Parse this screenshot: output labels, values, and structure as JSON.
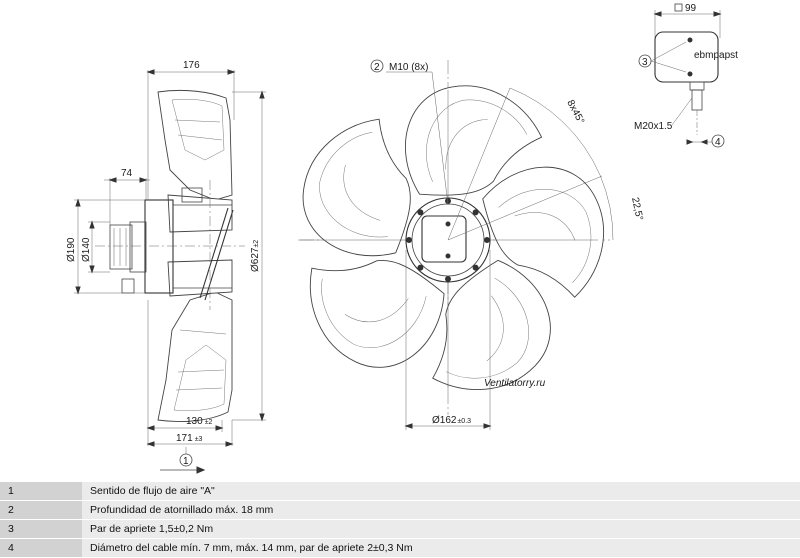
{
  "dimensions": {
    "side_depth": "176",
    "side_74": "74",
    "dia_190": "Ø190",
    "dia_140": "Ø140",
    "dia_627": "Ø627",
    "dia_627_tol": "±2",
    "d130": "130",
    "d130_tol": "±2",
    "d171": "171",
    "d171_tol": "±3",
    "dia_162": "Ø162",
    "dia_162_tol": "±0.3",
    "m10": "M10 (8x)",
    "angle_8x45": "8x45°",
    "angle_225": "22,5°",
    "box_99": "99",
    "m20": "M20x1.5"
  },
  "callouts": {
    "c1": "1",
    "c2": "2",
    "c3": "3",
    "c4": "4"
  },
  "box_brand": "ebmpapst",
  "watermark": "Ventilatorry.ru",
  "notes": [
    {
      "num": "1",
      "text": "Sentido de flujo de aire \"A\""
    },
    {
      "num": "2",
      "text": "Profundidad de atornillado máx. 18 mm"
    },
    {
      "num": "3",
      "text": "Par de apriete 1,5±0,2 Nm"
    },
    {
      "num": "4",
      "text": "Diámetro del cable mín. 7 mm, máx. 14 mm, par de apriete 2±0,3 Nm"
    }
  ]
}
